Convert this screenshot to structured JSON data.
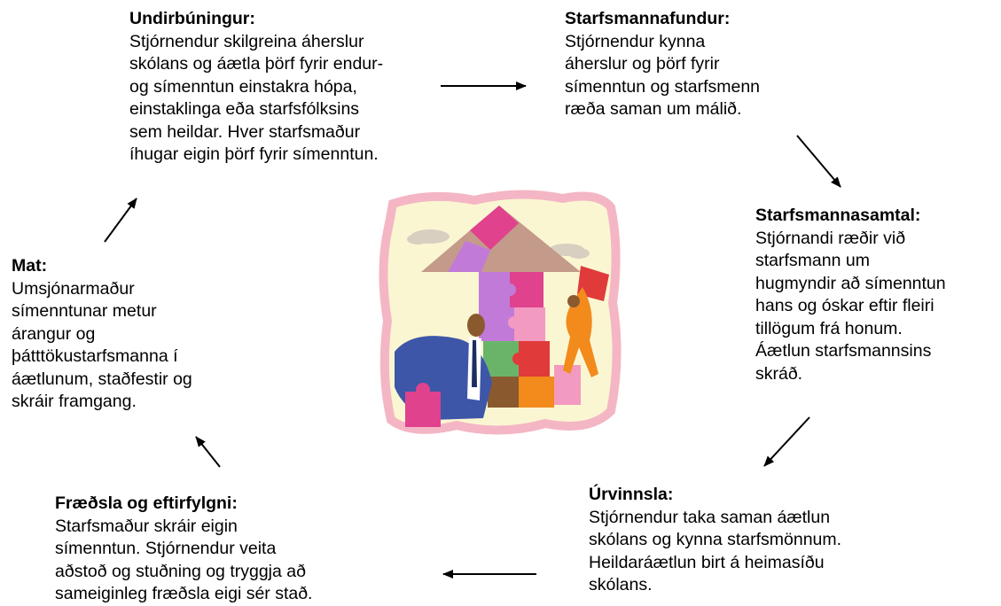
{
  "diagram": {
    "nodes": [
      {
        "id": "undirbuningur",
        "title": "Undirbúningur:",
        "body": "Stjórnendur skilgreina áherslur\nskólans og áætla þörf fyrir endur-\nog símenntun einstakra hópa,\neinstaklinga eða starfsfólksins\nsem heildar.  Hver starfsmaður\níhugar eigin þörf fyrir símenntun."
      },
      {
        "id": "starfsmannafundur",
        "title": "Starfsmannafundur:",
        "body": "Stjórnendur kynna\náherslur og þörf fyrir\nsímenntun og starfsmenn\nræða saman um málið."
      },
      {
        "id": "starfsmannasamtal",
        "title": "Starfsmannasamtal:",
        "body": "Stjórnandi ræðir við\nstarfsmann um\nhugmyndir að símenntun\nhans og óskar eftir  fleiri\ntillögum frá honum.\nÁætlun starfsmannsins\nskráð."
      },
      {
        "id": "urvinnsla",
        "title": "Úrvinnsla:",
        "body": "Stjórnendur taka saman áætlun\nskólans og kynna starfsmönnum.\nHeildaráætlun birt á heimasíðu\nskólans."
      },
      {
        "id": "fraedsla",
        "title": "Fræðsla og eftirfylgni:",
        "body": "Starfsmaður  skráir eigin\nsímenntun.  Stjórnendur veita\naðstoð og stuðning og tryggja að\nsameiginleg fræðsla eigi sér stað."
      },
      {
        "id": "mat",
        "title": "Mat:",
        "body": "Umsjónarmaður\nsímenntunar metur\nárangur og\nþátttökustarfsmanna í\náætlunum, staðfestir og\nskráir framgang."
      }
    ],
    "edges": [
      {
        "from": "undirbuningur",
        "to": "starfsmannafundur"
      },
      {
        "from": "starfsmannafundur",
        "to": "starfsmannasamtal"
      },
      {
        "from": "starfsmannasamtal",
        "to": "urvinnsla"
      },
      {
        "from": "urvinnsla",
        "to": "fraedsla"
      },
      {
        "from": "fraedsla",
        "to": "mat"
      },
      {
        "from": "mat",
        "to": "undirbuningur"
      }
    ],
    "colors": {
      "frame_border": "#f4b6c4",
      "frame_fill": "#fbf6d2",
      "roof": "#c49a8a",
      "puzzle_magenta": "#e0428e",
      "puzzle_purple": "#c27ad9",
      "puzzle_orange": "#f28a1c",
      "puzzle_green": "#6ab46a",
      "puzzle_red": "#e03a3a",
      "puzzle_pink": "#f39ac0",
      "puzzle_brown": "#8a5a2e",
      "jacket_blue": "#3d56a8"
    }
  }
}
